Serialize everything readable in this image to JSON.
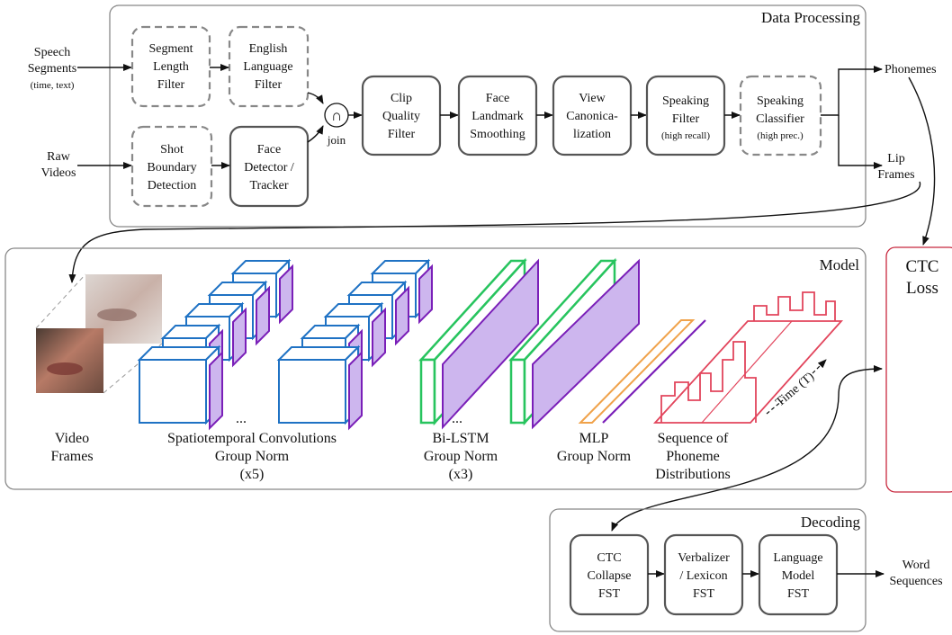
{
  "sections": {
    "data_processing": "Data Processing",
    "model": "Model",
    "decoding": "Decoding"
  },
  "inputs": {
    "speech_l1": "Speech",
    "speech_l2": "Segments",
    "speech_l3": "(time, text)",
    "raw_l1": "Raw",
    "raw_l2": "Videos"
  },
  "boxes": {
    "seglen": [
      "Segment",
      "Length",
      "Filter"
    ],
    "english": [
      "English",
      "Language",
      "Filter"
    ],
    "shot": [
      "Shot",
      "Boundary",
      "Detection"
    ],
    "facedet": [
      "Face",
      "Detector /",
      "Tracker"
    ],
    "clipq": [
      "Clip",
      "Quality",
      "Filter"
    ],
    "facelm": [
      "Face",
      "Landmark",
      "Smoothing"
    ],
    "view": [
      "View",
      "Canonica-",
      "lization"
    ],
    "speakf": [
      "Speaking",
      "Filter",
      "(high recall)"
    ],
    "speakc": [
      "Speaking",
      "Classifier",
      "(high prec.)"
    ],
    "ctcfst": [
      "CTC",
      "Collapse",
      "FST"
    ],
    "verb": [
      "Verbalizer",
      "/ Lexicon",
      "FST"
    ],
    "lm": [
      "Language",
      "Model",
      "FST"
    ]
  },
  "join": {
    "symbol": "∩",
    "label": "join"
  },
  "outputs": {
    "phonemes": "Phonemes",
    "lip_l1": "Lip",
    "lip_l2": "Frames",
    "word_l1": "Word",
    "word_l2": "Sequences"
  },
  "ctc_loss": [
    "CTC",
    "Loss"
  ],
  "model_labels": {
    "video": [
      "Video",
      "Frames"
    ],
    "conv": [
      "Spatiotemporal Convolutions",
      "Group Norm",
      "(x5)"
    ],
    "conv_dots": "...",
    "lstm": [
      "Bi-LSTM",
      "Group Norm",
      "(x3)"
    ],
    "lstm_dots": "...",
    "mlp": [
      "MLP",
      "Group Norm"
    ],
    "seq": [
      "Sequence of",
      "Phoneme",
      "Distributions"
    ],
    "time": "Time (T)"
  },
  "colors": {
    "conv_stroke": "#1f72c4",
    "norm_fill": "#cdb6ee",
    "norm_stroke": "#7a1fb8",
    "lstm_stroke": "#27c45e",
    "mlp_stroke": "#f0a24a",
    "dist_stroke": "#e2455c",
    "ctc_border": "#c8283e"
  }
}
